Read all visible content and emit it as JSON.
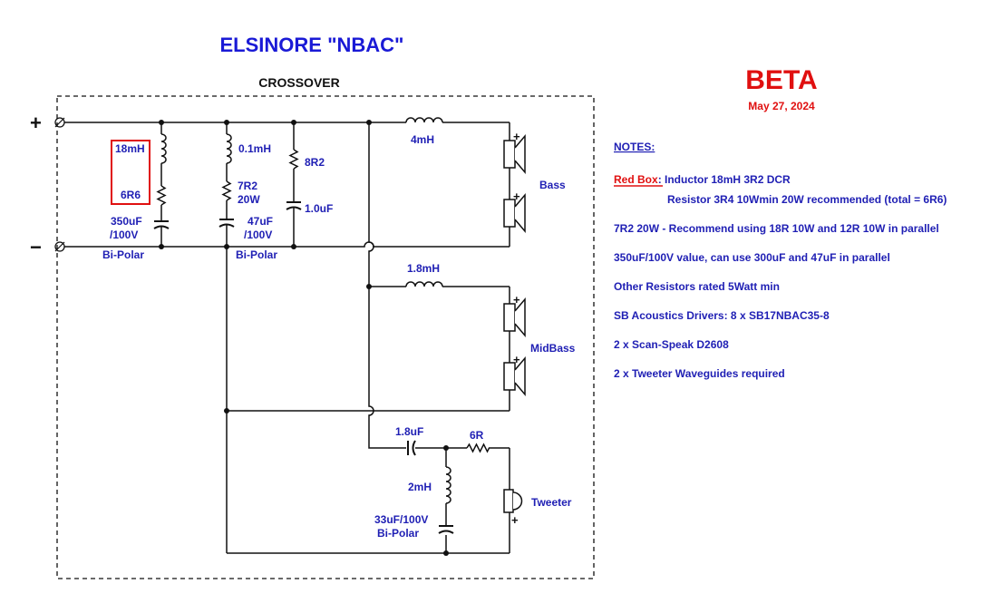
{
  "title": "ELSINORE \"NBAC\"",
  "section_label": "CROSSOVER",
  "status": "BETA",
  "date": "May 27, 2024",
  "terminals": {
    "plus": "+",
    "minus": "−"
  },
  "components": {
    "inductor_18mH": "18mH",
    "resistor_6R6": "6R6",
    "cap_350uF": "350uF",
    "cap_350uF_voltage": "/100V",
    "cap_350uF_type": "Bi-Polar",
    "inductor_0_1mH": "0.1mH",
    "resistor_7R2": "7R2",
    "resistor_7R2_power": "20W",
    "cap_47uF": "47uF",
    "cap_47uF_voltage": "/100V",
    "cap_47uF_type": "Bi-Polar",
    "resistor_8R2": "8R2",
    "cap_1_0uF": "1.0uF",
    "inductor_4mH": "4mH",
    "inductor_1_8mH": "1.8mH",
    "cap_1_8uF": "1.8uF",
    "resistor_6R": "6R",
    "inductor_2mH": "2mH",
    "cap_33uF": "33uF/100V",
    "cap_33uF_type": "Bi-Polar"
  },
  "drivers": {
    "bass_label": "Bass",
    "midbass_label": "MidBass",
    "tweeter_label": "Tweeter",
    "polarity_plus": "+"
  },
  "notes": {
    "heading": "NOTES:",
    "red_box_label": "Red Box",
    "red_box_line1": ": Inductor 18mH 3R2 DCR",
    "red_box_line2": "Resistor 3R4 10Wmin 20W recommended (total = 6R6)",
    "note_7r2": "7R2 20W - Recommend using 18R 10W and 12R 10W in parallel",
    "note_350uf": "350uF/100V value, can use 300uF and 47uF in parallel",
    "note_resistors": "Other Resistors rated 5Watt min",
    "note_sb": "SB Acoustics Drivers: 8 x SB17NBAC35-8",
    "note_scan": "2 x Scan-Speak D2608",
    "note_waveguides": "2 x Tweeter Waveguides required"
  },
  "colors": {
    "label_blue": "#1f1fb4",
    "title_blue": "#1a1ad6",
    "highlight_red": "#e01010",
    "wire_black": "#111111"
  }
}
